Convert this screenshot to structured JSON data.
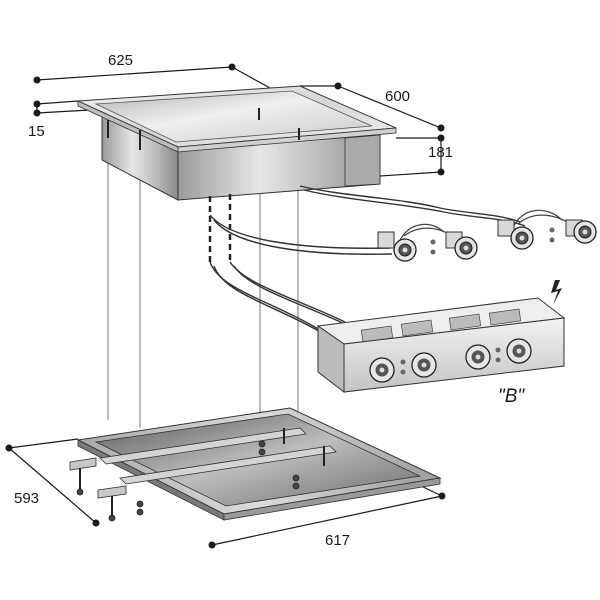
{
  "dimensions": {
    "top_width": "625",
    "top_depth": "600",
    "flange": "15",
    "height": "181",
    "frame_depth": "593",
    "frame_width": "617"
  },
  "control_box_label": "\"B\"",
  "colors": {
    "line": "#1a1a1a",
    "steel_light": "#e8e8e8",
    "steel_mid": "#c4c4c4",
    "steel_dark": "#8e8e8e"
  }
}
